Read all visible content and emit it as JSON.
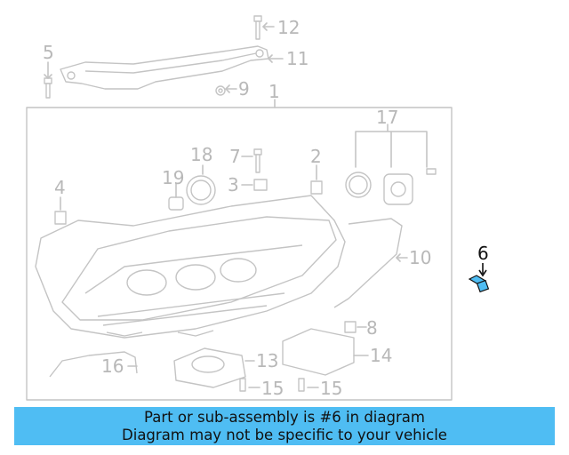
{
  "diagram": {
    "callouts": [
      "1",
      "2",
      "3",
      "4",
      "5",
      "6",
      "7",
      "8",
      "9",
      "10",
      "11",
      "12",
      "13",
      "14",
      "15",
      "15",
      "16",
      "17",
      "18",
      "19"
    ],
    "highlight_part": "6",
    "colors": {
      "highlight": "#4fbdf3",
      "line": "#c4c4c4",
      "label": "#b8b8b8"
    }
  },
  "banner": {
    "line1": "Part or sub-assembly is #6 in diagram",
    "line2": "Diagram may not be specific to your vehicle"
  }
}
